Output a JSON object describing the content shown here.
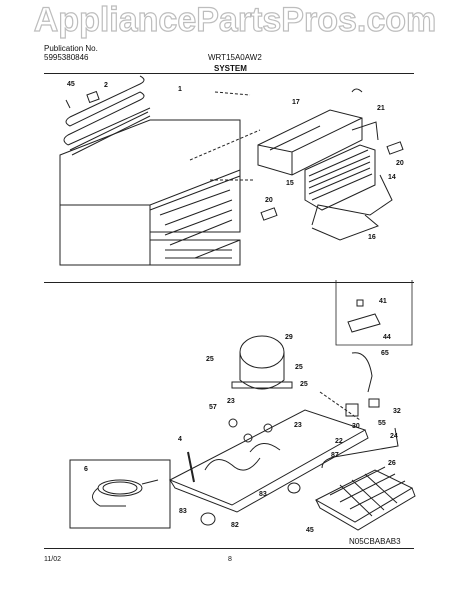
{
  "watermark": "AppliancePartsPros.com",
  "header": {
    "pub_label": "Publication No.",
    "pub_number": "5995380846",
    "model": "WRT15A0AW2",
    "section": "SYSTEM"
  },
  "parts_top": [
    "45",
    "2",
    "1",
    "17",
    "21",
    "20",
    "15",
    "14",
    "20",
    "16"
  ],
  "parts_bottom": [
    "41",
    "44",
    "29",
    "25",
    "25",
    "25",
    "65",
    "57",
    "23",
    "23",
    "30",
    "32",
    "55",
    "4",
    "22",
    "24",
    "6",
    "87",
    "26",
    "83",
    "83",
    "82",
    "45"
  ],
  "diagram_code": "N05CBABAB3",
  "footer": {
    "date": "11/02",
    "page": "8"
  },
  "colors": {
    "line": "#222222",
    "watermark": "#d8d8d8"
  }
}
